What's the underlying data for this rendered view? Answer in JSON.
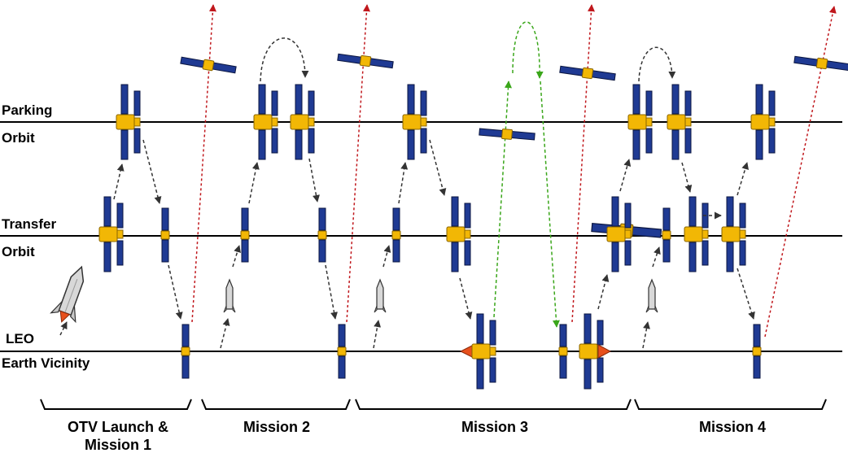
{
  "levels": {
    "parking_1": "Parking",
    "parking_2": "Orbit",
    "transfer_1": "Transfer",
    "transfer_2": "Orbit",
    "leo_1": "LEO",
    "leo_2": "Earth Vicinity"
  },
  "missions": {
    "m1_line1": "OTV Launch &",
    "m1_line2": "Mission 1",
    "m2": "Mission 2",
    "m3": "Mission 3",
    "m4": "Mission 4"
  },
  "colors": {
    "orbit_line": "#000000",
    "panel": "#1f3a93",
    "bus": "#f2b705",
    "escape_arrow": "#c0171c",
    "mission3_arrow": "#3aa61a",
    "transfer_arrow": "#333333",
    "rocket_flame": "#e8501c"
  }
}
